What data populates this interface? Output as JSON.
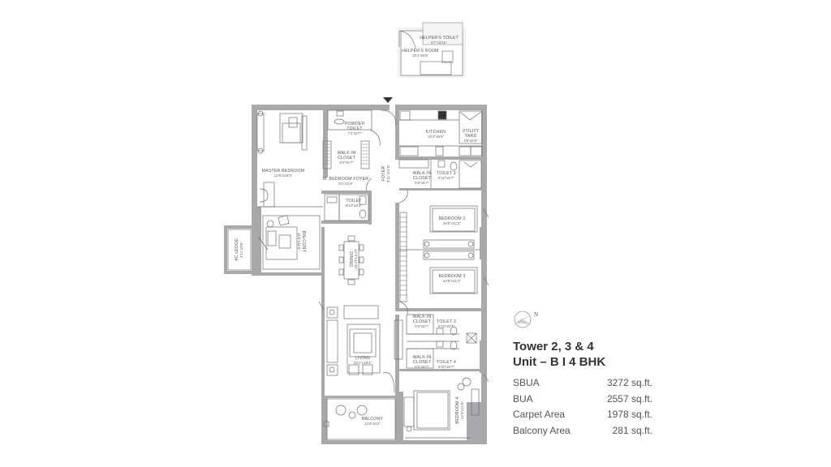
{
  "info": {
    "compass_label": "N",
    "title_line1": "Tower 2, 3 & 4",
    "title_line2": "Unit – B  I  4 BHK",
    "areas": [
      {
        "label": "SBUA",
        "value": "3272 sq.ft."
      },
      {
        "label": "BUA",
        "value": "2557  sq.ft."
      },
      {
        "label": "Carpet Area",
        "value": "1978 sq.ft."
      },
      {
        "label": "Balcony Area",
        "value": "281 sq.ft."
      }
    ]
  },
  "rooms": {
    "helper_toilet": {
      "name": "HELPER'S TOILET",
      "dim": "6'7\"x3'11\""
    },
    "helper_room": {
      "name": "HELPER'S ROOM",
      "dim": "10'2\"x8'6\""
    },
    "powder_toilet": {
      "name1": "POWDER",
      "name2": "TOILET",
      "dim": "7'3\"x8'7\""
    },
    "master_bedroom": {
      "name": "MASTER BEDROOM",
      "dim": "12'6\"x16'3\""
    },
    "walkin_closet_master": {
      "name1": "WALK-IN",
      "name2": "CLOSET",
      "dim": "9'2\"x5'7\""
    },
    "m_bedroom_foyer": {
      "name": "M. BEDROOM FOYER",
      "dim": "9'2\"x3'3\""
    },
    "foyer": {
      "name": "FOYER",
      "dim": "4'11\"x21'8\""
    },
    "kitchen": {
      "name": "KITCHEN",
      "dim": "10'4\"x9'5\""
    },
    "utility_yard": {
      "name1": "UTILITY",
      "name2": "YARD",
      "dim": "4'5\"x8'5\""
    },
    "walkin_closet_2": {
      "name1": "WALK-IN",
      "name2": "CLOSET",
      "dim": "5'3\"x5'7\""
    },
    "toilet_2": {
      "name": "TOILET 2",
      "dim": "8'10\"x5'7\""
    },
    "toilet_1": {
      "name": "TOILET",
      "dim": "8'10\"x8'2\""
    },
    "balcony_master": {
      "name": "BALCONY",
      "dim": "11'5\"x11'6\""
    },
    "ac_ledge": {
      "name": "AC LEDGE",
      "dim": "4'11\"x9'6\""
    },
    "dining": {
      "name": "DINING",
      "dim": "12'4\"x12'10\""
    },
    "bedroom_2": {
      "name": "BEDROOM 2",
      "dim": "15'5\"x11'2\""
    },
    "bedroom_3": {
      "name": "BEDROOM 3",
      "dim": "14'5\"x11'2\""
    },
    "walkin_closet_3": {
      "name1": "WALK-IN",
      "name2": "CLOSET",
      "dim": "5'3\"x5'7\""
    },
    "toilet_3": {
      "name": "TOILET 3",
      "dim": "8'10\"x5'7\""
    },
    "walkin_closet_4": {
      "name1": "WALK-IN",
      "name2": "CLOSET",
      "dim": "5'3\"x5'7\""
    },
    "toilet_4": {
      "name": "TOILET 4",
      "dim": "8'10\"x5'7\""
    },
    "living": {
      "name": "LIVING",
      "dim": "15'1\"x19'4\""
    },
    "balcony_living": {
      "name": "BALCONY",
      "dim": "14'4\"x8'2\""
    },
    "bedroom_4": {
      "name": "BEDROOM 4",
      "dim": "12'3\"x11'6\""
    }
  },
  "colors": {
    "wall": "#a9a9ab",
    "line": "#6e6e70",
    "text": "#3a3a3a"
  }
}
